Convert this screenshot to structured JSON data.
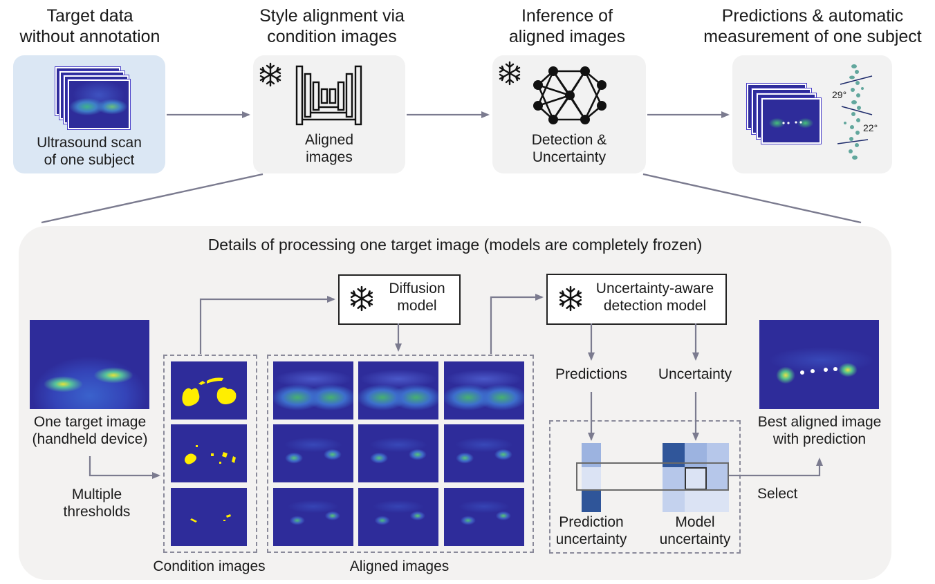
{
  "headers": {
    "step1": [
      "Target data",
      "without annotation"
    ],
    "step2": [
      "Style alignment via",
      "condition images"
    ],
    "step3": [
      "Inference of",
      "aligned images"
    ],
    "step4": [
      "Predictions & automatic",
      "measurement of one subject"
    ]
  },
  "cards": {
    "scan_label": [
      "Ultrasound scan",
      "of one subject"
    ],
    "aligned_label": [
      "Aligned",
      "images"
    ],
    "detection_label": [
      "Detection &",
      "Uncertainty"
    ],
    "angle_1": "29°",
    "angle_2": "22°"
  },
  "panel": {
    "title": "Details of processing one target image (models are completely frozen)",
    "target_label": [
      "One target image",
      "(handheld device)"
    ],
    "thresholds_label": [
      "Multiple",
      "thresholds"
    ],
    "condition_caption": "Condition images",
    "aligned_caption": "Aligned images",
    "diffusion_model": [
      "Diffusion",
      "model"
    ],
    "detection_model": [
      "Uncertainty-aware",
      "detection model"
    ],
    "predictions_label": "Predictions",
    "uncertainty_label": "Uncertainty",
    "prediction_uncertainty": [
      "Prediction",
      "uncertainty"
    ],
    "model_uncertainty": [
      "Model",
      "uncertainty"
    ],
    "select_label": "Select",
    "best_label": [
      "Best aligned image",
      "with prediction"
    ]
  },
  "colors": {
    "card_bg": "#f2f2f2",
    "card_blue_bg": "#dbe7f4",
    "ultrasound_bg": "#2e2c9a",
    "condition_fg": "#ffee00",
    "arrow": "#7b7b8f",
    "dash": "#8a8a9a"
  },
  "icons": [
    "snowflake-icon",
    "unet-icon",
    "neural-network-icon"
  ]
}
